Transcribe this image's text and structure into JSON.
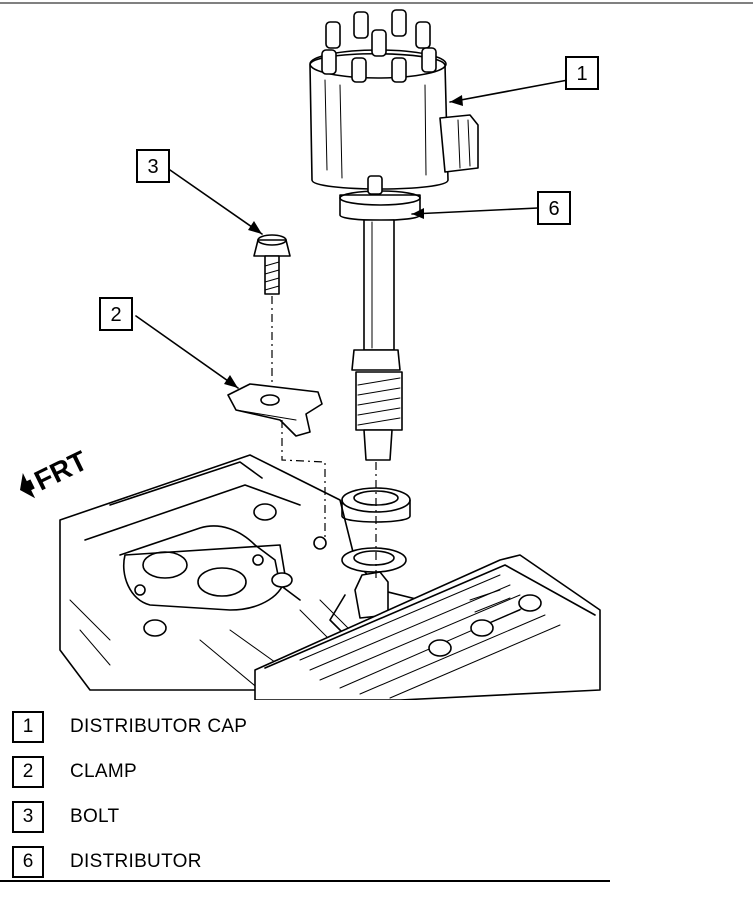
{
  "callouts": [
    {
      "id": "1",
      "label": "1"
    },
    {
      "id": "2",
      "label": "2"
    },
    {
      "id": "3",
      "label": "3"
    },
    {
      "id": "6",
      "label": "6"
    }
  ],
  "front_marker": "FRT",
  "legend": [
    {
      "num": "1",
      "label": "DISTRIBUTOR CAP"
    },
    {
      "num": "2",
      "label": "CLAMP"
    },
    {
      "num": "3",
      "label": "BOLT"
    },
    {
      "num": "6",
      "label": "DISTRIBUTOR"
    }
  ],
  "colors": {
    "ink": "#000000",
    "paper": "#ffffff"
  }
}
